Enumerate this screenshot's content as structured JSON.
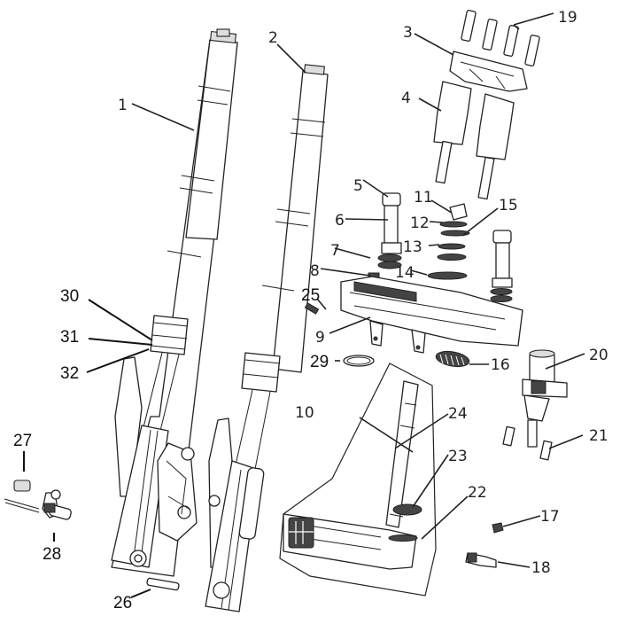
{
  "diagram": {
    "type": "exploded-parts-view",
    "subject": "front-fork-assembly",
    "callouts": [
      {
        "id": "c1",
        "label": "1"
      },
      {
        "id": "c2",
        "label": "2"
      },
      {
        "id": "c3",
        "label": "3"
      },
      {
        "id": "c4",
        "label": "4"
      },
      {
        "id": "c5",
        "label": "5"
      },
      {
        "id": "c6",
        "label": "6"
      },
      {
        "id": "c7",
        "label": "7"
      },
      {
        "id": "c8",
        "label": "8"
      },
      {
        "id": "c9",
        "label": "9"
      },
      {
        "id": "c10",
        "label": "10"
      },
      {
        "id": "c11",
        "label": "11"
      },
      {
        "id": "c12",
        "label": "12"
      },
      {
        "id": "c13",
        "label": "13"
      },
      {
        "id": "c14",
        "label": "14"
      },
      {
        "id": "c15",
        "label": "15"
      },
      {
        "id": "c16",
        "label": "16"
      },
      {
        "id": "c17",
        "label": "17"
      },
      {
        "id": "c18",
        "label": "18"
      },
      {
        "id": "c19",
        "label": "19"
      },
      {
        "id": "c20",
        "label": "20"
      },
      {
        "id": "c21",
        "label": "21"
      },
      {
        "id": "c22",
        "label": "22"
      },
      {
        "id": "c23",
        "label": "23"
      },
      {
        "id": "c24",
        "label": "24"
      },
      {
        "id": "c25",
        "label": "25"
      },
      {
        "id": "c26",
        "label": "26"
      },
      {
        "id": "c27",
        "label": "27"
      },
      {
        "id": "c28",
        "label": "28"
      },
      {
        "id": "c29",
        "label": "29"
      },
      {
        "id": "c30",
        "label": "30"
      },
      {
        "id": "c31",
        "label": "31"
      },
      {
        "id": "c32",
        "label": "32"
      }
    ]
  }
}
